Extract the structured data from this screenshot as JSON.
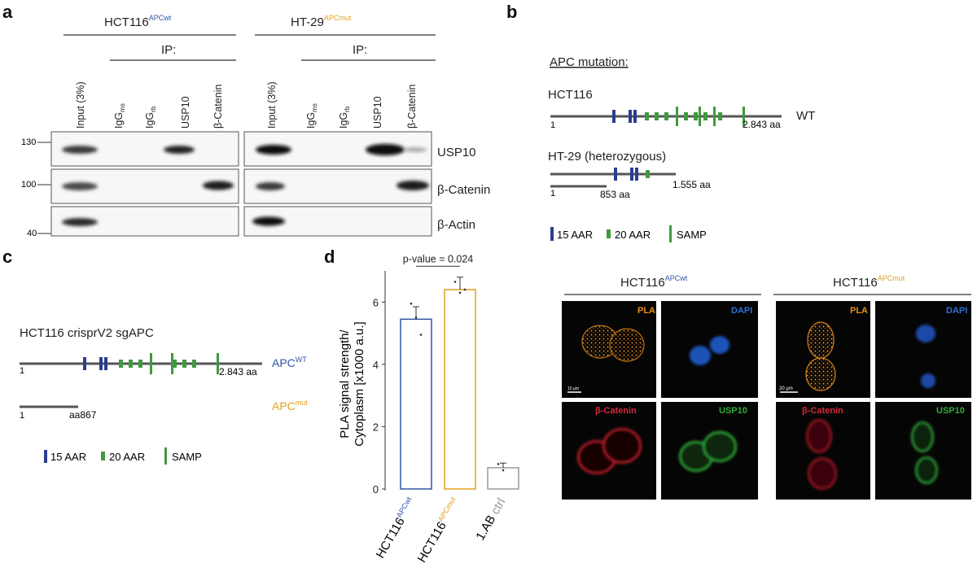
{
  "panels": {
    "a": {
      "letter": "a",
      "cell_line_1": "HCT116",
      "cell_line_1_sup": "APCwt",
      "cell_line_2": "HT-29",
      "cell_line_2_sup": "APCmut",
      "ip_label": "IP:",
      "lanes": [
        {
          "main": "Input (3%)",
          "sub": ""
        },
        {
          "main": "IgG",
          "sub": "ms"
        },
        {
          "main": "IgG",
          "sub": "rb"
        },
        {
          "main": "USP10",
          "sub": ""
        },
        {
          "main": "β-Catenin",
          "sub": ""
        }
      ],
      "markers": [
        "130",
        "100",
        "40"
      ],
      "blots": [
        "USP10",
        "β-Catenin",
        "β-Actin"
      ]
    },
    "b": {
      "letter": "b",
      "title": "APC mutation:",
      "line1_name": "HCT116",
      "line1_start": "1",
      "line1_end": "2.843 aa",
      "line1_status": "WT",
      "line2_name": "HT-29 (heterozygous)",
      "line2_start": "1",
      "line2_trunc": "853 aa",
      "line2_end": "1.555 aa",
      "legend": [
        "15 AAR",
        "20 AAR",
        "SAMP"
      ]
    },
    "c": {
      "letter": "c",
      "title": "HCT116 crisprV2 sgAPC",
      "wt_start": "1",
      "wt_end": "2.843 aa",
      "wt_label": "APC",
      "wt_sup": "WT",
      "mut_start": "1",
      "mut_end": "aa867",
      "mut_label": "APC",
      "mut_sup": "mut",
      "legend": [
        "15 AAR",
        "20 AAR",
        "SAMP"
      ]
    },
    "d": {
      "letter": "d",
      "pvalue": "p-value = 0.024",
      "ylabel_1": "PLA signal strength/",
      "ylabel_2": "Cytoplasm [x1000 a.u.]",
      "cat_labels": [
        {
          "main": "HCT116",
          "sup": "APCwt"
        },
        {
          "main": "HCT116",
          "sup": "APCmut"
        },
        {
          "main": "1.AB ",
          "sup": "ctrl"
        }
      ],
      "micro_header_1": "HCT116",
      "micro_header_1_sup": "APCwt",
      "micro_header_2": "HCT116",
      "micro_header_2_sup": "APCmut",
      "channels": [
        "PLA",
        "DAPI",
        "β-Catenin",
        "USP10"
      ],
      "scalebar": "20 µm",
      "scalebar_small": "10 µm"
    }
  },
  "colors": {
    "aar15": "#2d3e8f",
    "aar20": "#3f9a3f",
    "samp": "#3f9a3f",
    "wt_blue": "#2c55a8",
    "mut_orange": "#e0a020",
    "ctrl_gray": "#9a9a9a",
    "pla": "#e8901a",
    "dapi": "#2f6fd8",
    "catenin": "#d62a3a",
    "usp10": "#2fae3a"
  },
  "chart_data": {
    "type": "bar",
    "categories": [
      "HCT116 APCwt",
      "HCT116 APCmut",
      "1.AB ctrl"
    ],
    "values": [
      5.45,
      6.4,
      0.68
    ],
    "errors": [
      0.4,
      0.4,
      0.15
    ],
    "points": [
      [
        5.95,
        5.5,
        4.95
      ],
      [
        6.65,
        6.3,
        6.4
      ],
      [
        0.8,
        0.6
      ]
    ],
    "ylabel": "PLA signal strength/ Cytoplasm [x1000 a.u.]",
    "xlabel": "",
    "yticks": [
      0,
      2,
      4,
      6
    ],
    "ylim": [
      0,
      7
    ],
    "annotation": "p-value = 0.024"
  }
}
